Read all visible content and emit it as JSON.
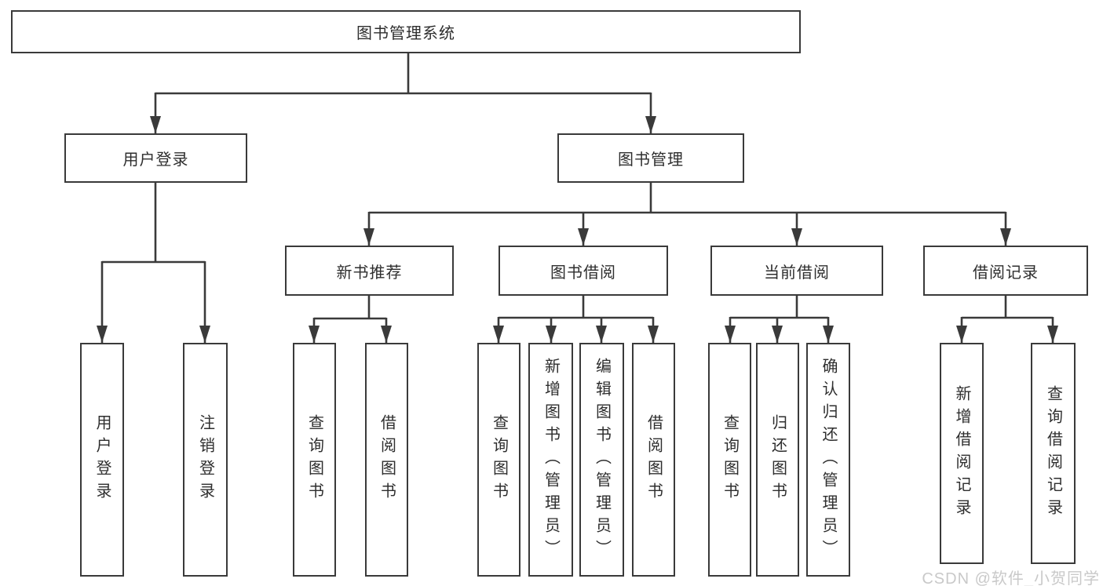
{
  "diagram": {
    "type": "hierarchy-tree",
    "watermark": "CSDN @软件_小贺同学"
  },
  "colors": {
    "line": "#3a3a3a",
    "border": "#3a3a3a",
    "text": "#2e2e2e",
    "box_fill": "#ffffff",
    "background": "#ffffff",
    "watermark": "#c9c9c9"
  },
  "nodes": {
    "root": {
      "label": "图书管理系统",
      "children": [
        "user_login",
        "book_mgmt"
      ]
    },
    "user_login": {
      "label": "用户登录",
      "children": [
        "leaf_user_login",
        "leaf_logout"
      ]
    },
    "book_mgmt": {
      "label": "图书管理",
      "children": [
        "new_book_rec",
        "book_borrow",
        "current_borrow",
        "borrow_record"
      ]
    },
    "new_book_rec": {
      "label": "新书推荐",
      "children": [
        "leaf_query_book_1",
        "leaf_borrow_book_1"
      ]
    },
    "book_borrow": {
      "label": "图书借阅",
      "children": [
        "leaf_query_book_2",
        "leaf_add_book",
        "leaf_edit_book",
        "leaf_borrow_book_2"
      ]
    },
    "current_borrow": {
      "label": "当前借阅",
      "children": [
        "leaf_query_book_3",
        "leaf_return_book",
        "leaf_confirm_return"
      ]
    },
    "borrow_record": {
      "label": "借阅记录",
      "children": [
        "leaf_add_record",
        "leaf_query_record"
      ]
    },
    "leaf_user_login": {
      "label": "用户登录"
    },
    "leaf_logout": {
      "label": "注销登录"
    },
    "leaf_query_book_1": {
      "label": "查询图书"
    },
    "leaf_borrow_book_1": {
      "label": "借阅图书"
    },
    "leaf_query_book_2": {
      "label": "查询图书"
    },
    "leaf_add_book": {
      "label": "新增图书（管理员）"
    },
    "leaf_edit_book": {
      "label": "编辑图书（管理员）"
    },
    "leaf_borrow_book_2": {
      "label": "借阅图书"
    },
    "leaf_query_book_3": {
      "label": "查询图书"
    },
    "leaf_return_book": {
      "label": "归还图书"
    },
    "leaf_confirm_return": {
      "label": "确认归还（管理员）"
    },
    "leaf_add_record": {
      "label": "新增借阅记录"
    },
    "leaf_query_record": {
      "label": "查询借阅记录"
    }
  }
}
